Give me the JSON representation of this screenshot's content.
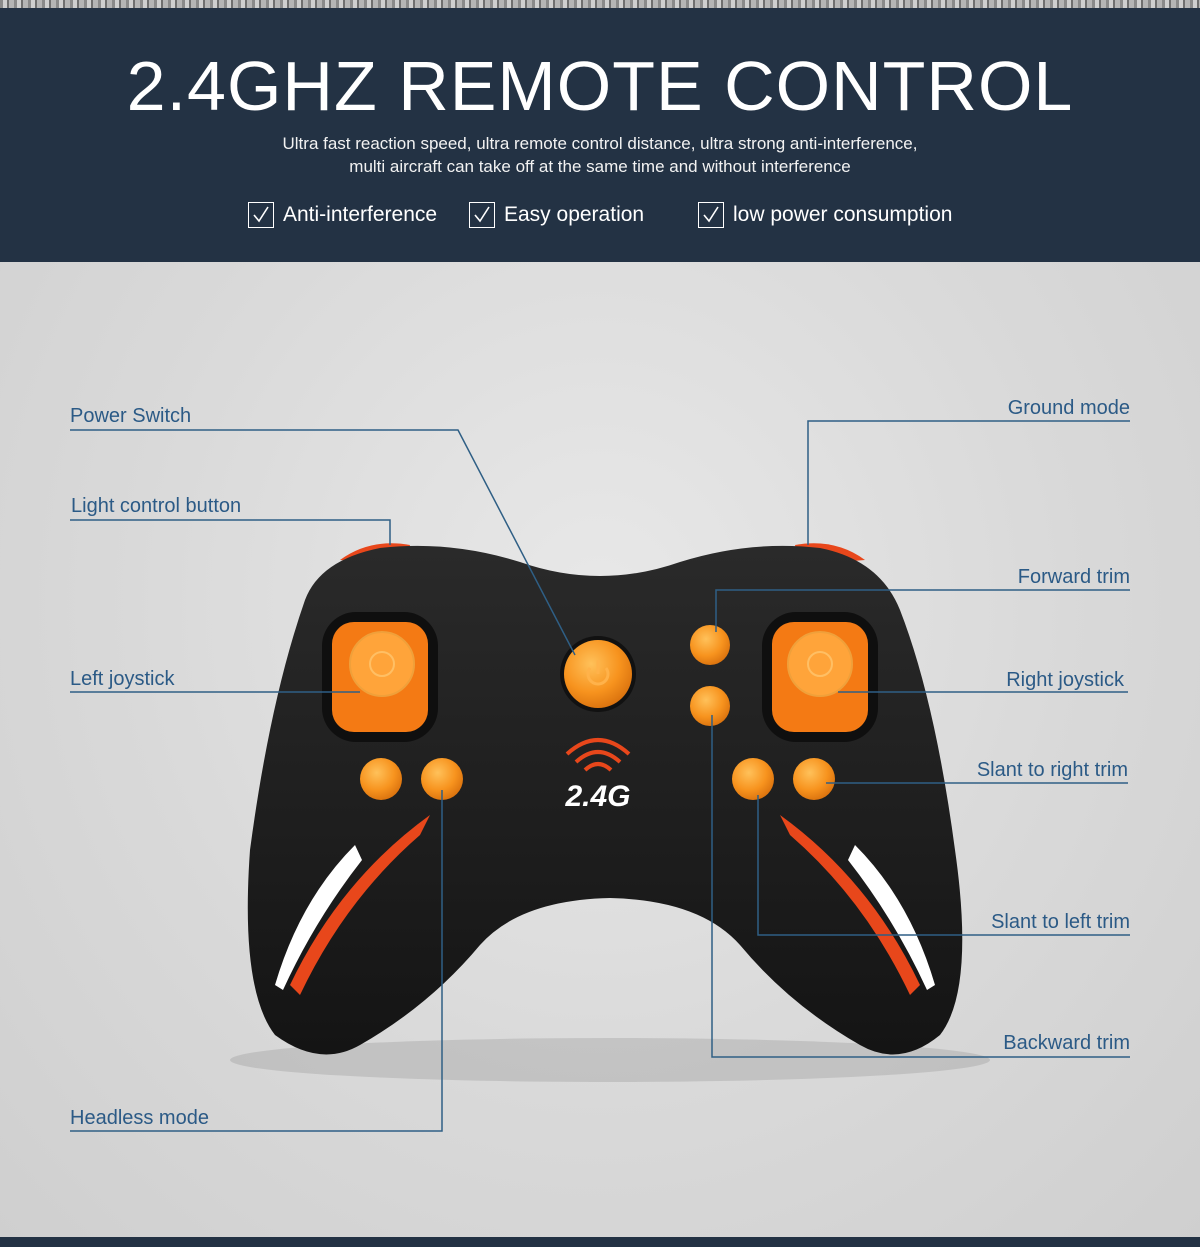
{
  "header": {
    "title": "2.4GHZ REMOTE CONTROL",
    "subtitle_line1": "Ultra fast reaction speed, ultra remote control distance, ultra strong anti-interference,",
    "subtitle_line2": "multi aircraft can take off at the same time and without interference",
    "features": [
      "Anti-interference",
      "Easy operation",
      "low power consumption"
    ]
  },
  "controller": {
    "badge": "2.4G"
  },
  "callouts": {
    "power_switch": "Power Switch",
    "light_control": "Light control button",
    "left_joystick": "Left joystick",
    "headless_mode": "Headless mode",
    "ground_mode": "Ground mode",
    "forward_trim": "Forward trim",
    "right_joystick": "Right joystick",
    "slant_right_trim": "Slant to right trim",
    "slant_left_trim": "Slant to left trim",
    "backward_trim": "Backward trim"
  },
  "colors": {
    "header_bg": "#233244",
    "callout_text": "#2b5a86",
    "callout_line": "#2f5f85",
    "button_orange": "#f7931e",
    "controller_body": "#1c1c1c",
    "accent_red": "#e8471b"
  },
  "icons": [
    "checkbox-check-icon",
    "power-icon",
    "wireless-signal-icon"
  ]
}
